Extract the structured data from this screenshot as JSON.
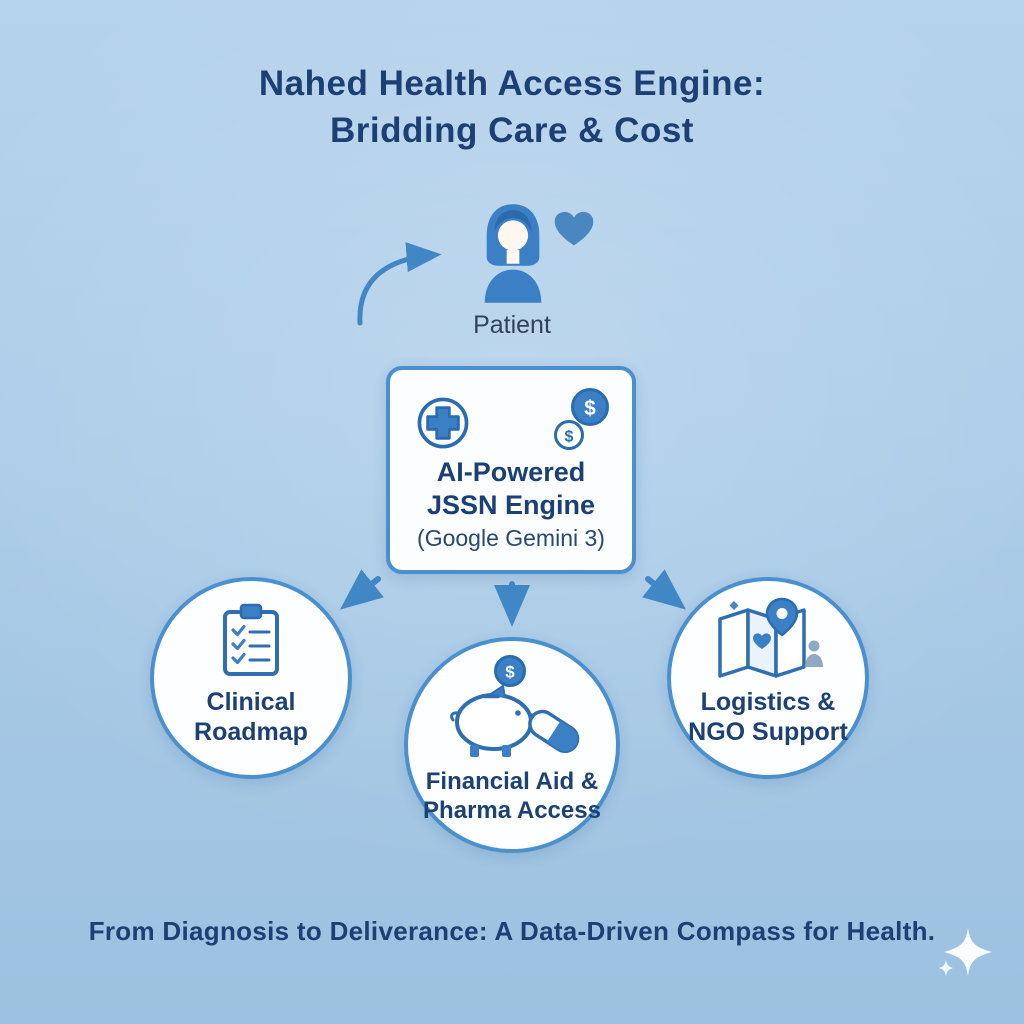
{
  "title": {
    "line1": "Nahed Health Access Engine:",
    "line2": "Bridding Care & Cost"
  },
  "patient": {
    "label": "Patient",
    "icon": "patient-woman-icon",
    "companion_icon": "heart-icon"
  },
  "engine_box": {
    "line1": "AI-Powered",
    "line2": "JSSN Engine",
    "line3": "(Google Gemini 3)",
    "cross_icon": "medical-cross-icon",
    "coins_icon": "dollar-coins-icon",
    "coin_symbol": "$"
  },
  "nodes": [
    {
      "id": "clinical-roadmap",
      "label_line1": "Clinical",
      "label_line2": "Roadmap",
      "icon": "clipboard-checklist-icon"
    },
    {
      "id": "financial-aid-pharma-access",
      "label_line1": "Financial Aid &",
      "label_line2": "Pharma Access",
      "icon": "piggy-bank-pill-icon",
      "coin_symbol": "$"
    },
    {
      "id": "logistics-ngo-support",
      "label_line1": "Logistics &",
      "label_line2": "NGO Support",
      "icon": "map-location-icon"
    }
  ],
  "footer": {
    "caption": "From Diagnosis to Deliverance: A Data-Driven Compass for Health."
  },
  "decor": {
    "icon": "sparkle-icon"
  },
  "colors": {
    "background_top": "#b6d3ec",
    "background_bottom": "#9cc1e0",
    "title_text": "#1c3f74",
    "accent_blue": "#3b7fc4",
    "outline_blue": "#2a6cb0",
    "node_border": "#4a90ce",
    "label_text": "#2f4459"
  }
}
